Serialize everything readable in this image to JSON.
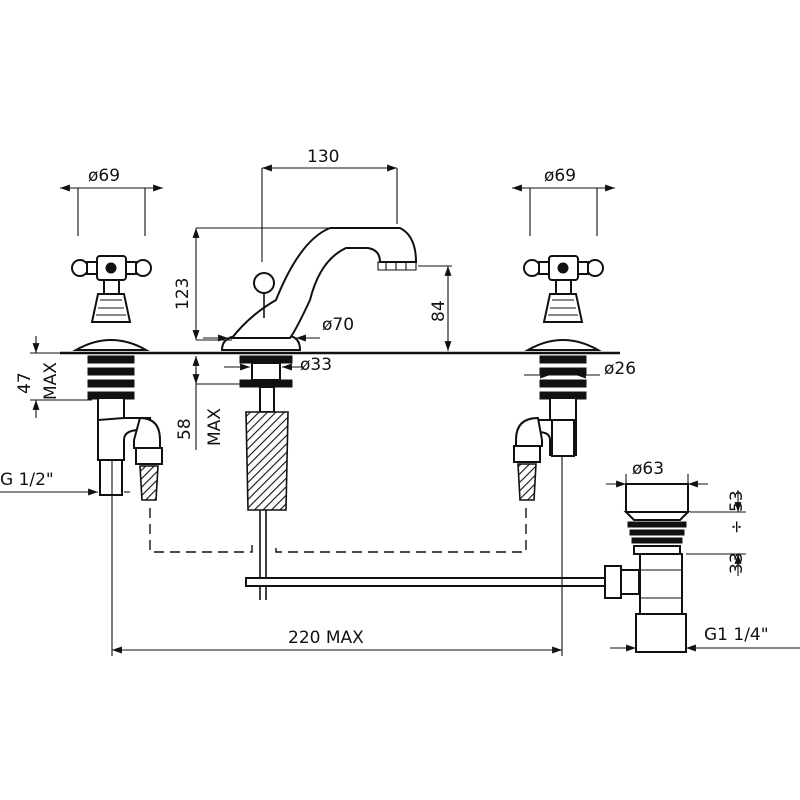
{
  "dimensions": {
    "left_handle_diameter": "ø69",
    "right_handle_diameter": "ø69",
    "spout_reach": "130",
    "spout_height": "123",
    "outlet_height": "84",
    "spout_base_diameter": "ø70",
    "center_shank_diameter": "ø33",
    "side_shank_diameter": "ø26",
    "side_max_thickness": "47",
    "side_max_label": "MAX",
    "center_max_thickness": "58",
    "center_max_label": "MAX",
    "inlet_connection": "G 1/2\"",
    "overall_width": "220 MAX",
    "waste_diameter": "ø63",
    "waste_range_upper": "53",
    "waste_range_separator": "÷",
    "waste_range_lower": "33",
    "waste_connection": "G1 1/4\""
  },
  "colors": {
    "line": "#111111",
    "background": "#ffffff"
  }
}
